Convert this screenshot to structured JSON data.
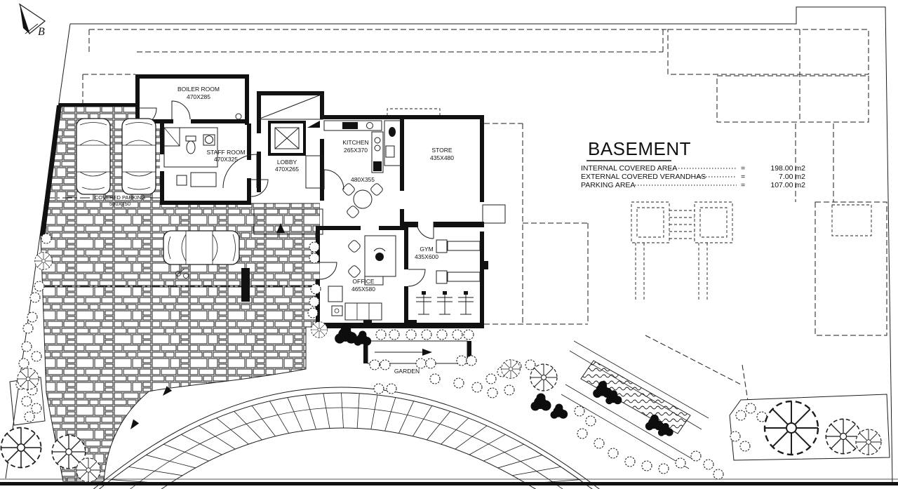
{
  "drawing": {
    "north_label": "B",
    "title": "BASEMENT",
    "area_table": [
      {
        "label": "INTERNAL COVERED AREA",
        "eq": "=",
        "value": "198.00 m2"
      },
      {
        "label": "EXTERNAL COVERED VERANDHAS",
        "eq": "=",
        "value": "7.00 m2"
      },
      {
        "label": "PARKING AREA",
        "eq": "=",
        "value": "107.00 m2"
      }
    ],
    "rooms": [
      {
        "name": "BOILER ROOM",
        "dims": "470X285"
      },
      {
        "name": "STAFF ROOM",
        "dims": "470X325"
      },
      {
        "name": "LOBBY",
        "dims": "470X265"
      },
      {
        "name": "KITCHEN",
        "dims": "265X370"
      },
      {
        "name": "STORE",
        "dims": "435X480"
      },
      {
        "name": "",
        "dims": "480X355"
      },
      {
        "name": "OFFICE",
        "dims": "465X580"
      },
      {
        "name": "GYM",
        "dims": "435X600"
      },
      {
        "name": "COVERED PARKING",
        "dims": "590X750"
      },
      {
        "name": "GARDEN",
        "dims": ""
      }
    ],
    "line_color": "#1c1c1c"
  }
}
